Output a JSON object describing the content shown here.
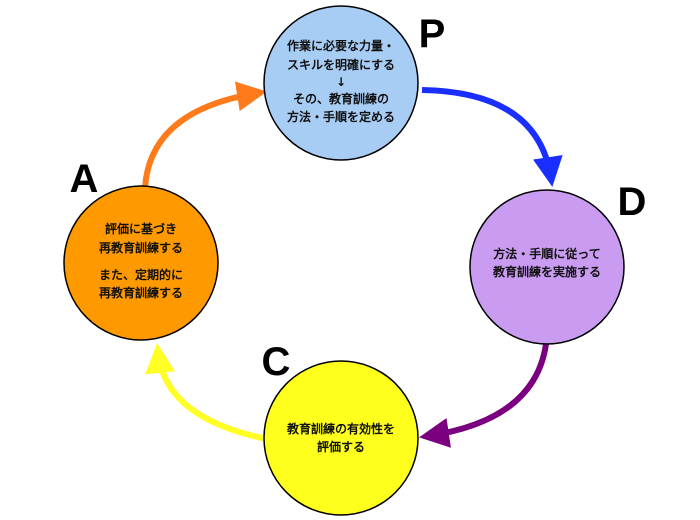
{
  "phases": {
    "plan": {
      "letter": "P",
      "lines": [
        "作業に必要な力量・",
        "スキルを明確にする",
        "↓",
        "その、教育訓練の",
        "方法・手順を定める"
      ],
      "color": "#a8cdf5"
    },
    "do": {
      "letter": "D",
      "lines": [
        "方法・手順に従って",
        "教育訓練を実施する"
      ],
      "color": "#c99cf2"
    },
    "check": {
      "letter": "C",
      "lines": [
        "教育訓練の有効性を",
        "評価する"
      ],
      "color": "#ffff1e"
    },
    "act": {
      "letter": "A",
      "lines": [
        "評価に基づき",
        "再教育訓練する",
        "また、定期的に",
        "再教育訓練する"
      ],
      "color": "#ff9900"
    }
  },
  "arrows": {
    "a_to_p": "#ff7a1a",
    "p_to_d": "#1a2fff",
    "d_to_c": "#7a007f",
    "c_to_a": "#ffff26"
  }
}
